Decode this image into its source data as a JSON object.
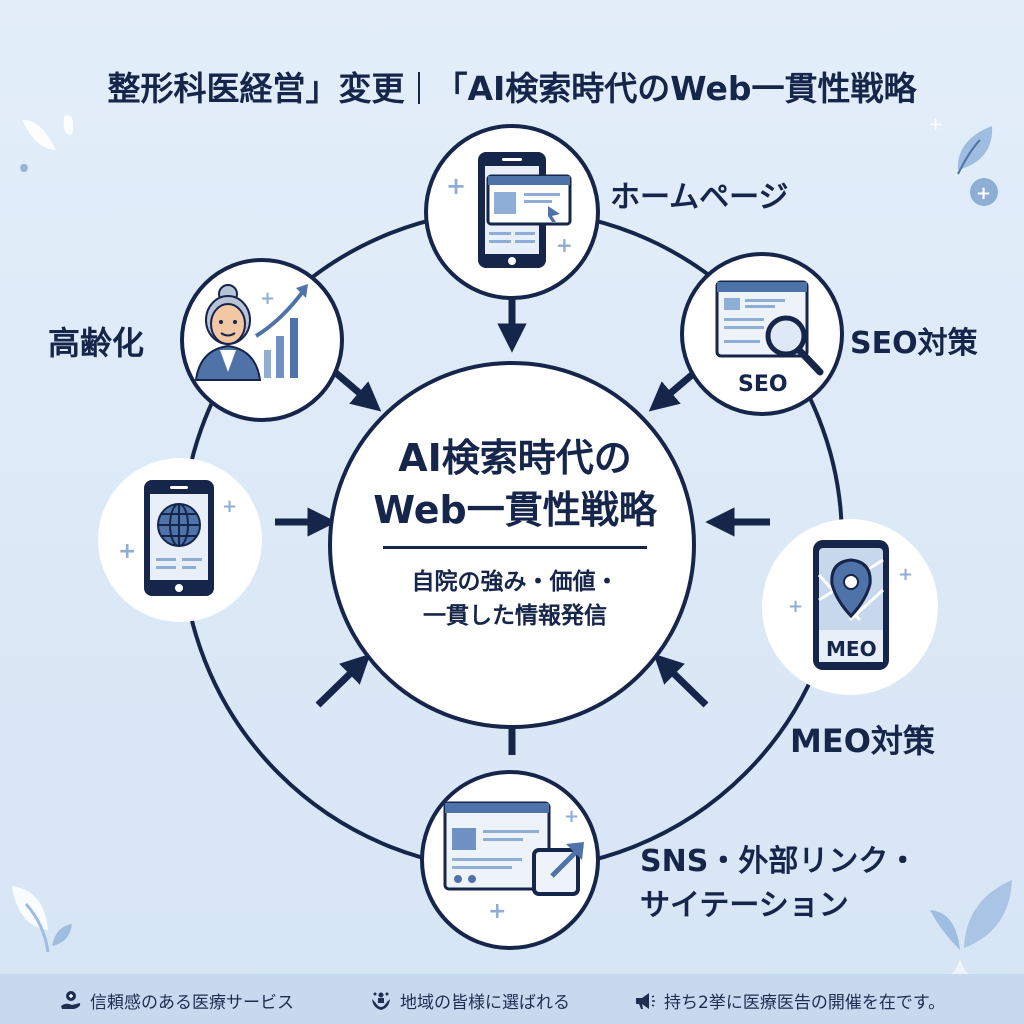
{
  "header": {
    "title_left": "整形科医経営」変更",
    "title_right": "「AI検索時代のWeb一貫性戦略"
  },
  "center": {
    "title_line1": "AI検索時代の",
    "title_line2": "Web一貫性戦略",
    "subtitle_line1": "自院の強み・価値・",
    "subtitle_line2": "一貫した情報発信"
  },
  "nodes": [
    {
      "id": "homepage",
      "label": "ホームページ",
      "icon": "smartphone-browser-icon"
    },
    {
      "id": "seo",
      "label": "SEO対策",
      "icon": "seo-magnifier-icon",
      "icon_text": "SEO"
    },
    {
      "id": "meo",
      "label": "MEO対策",
      "icon": "map-pin-phone-icon",
      "icon_text": "MEO"
    },
    {
      "id": "sns",
      "label_line1": "SNS・外部リンク・",
      "label_line2": "サイテーション",
      "icon": "external-link-icon"
    },
    {
      "id": "mobile",
      "label": "",
      "icon": "globe-phone-icon"
    },
    {
      "id": "aging",
      "label": "高齢化",
      "icon": "elderly-growth-icon"
    }
  ],
  "footer": {
    "items": [
      {
        "icon": "care-hand-icon",
        "label": "信頼感のある医療サービス"
      },
      {
        "icon": "community-hands-icon",
        "label": "地域の皆様に選ばれる"
      },
      {
        "icon": "megaphone-icon",
        "label": "持ち2挙に医療医告の開催を在です。"
      }
    ]
  },
  "colors": {
    "navy": "#16254a",
    "accent_blue": "#4f73a8",
    "light_blue": "#8eaed6",
    "background": "#dfeaf8",
    "footer_bg": "#c6d9ee"
  }
}
